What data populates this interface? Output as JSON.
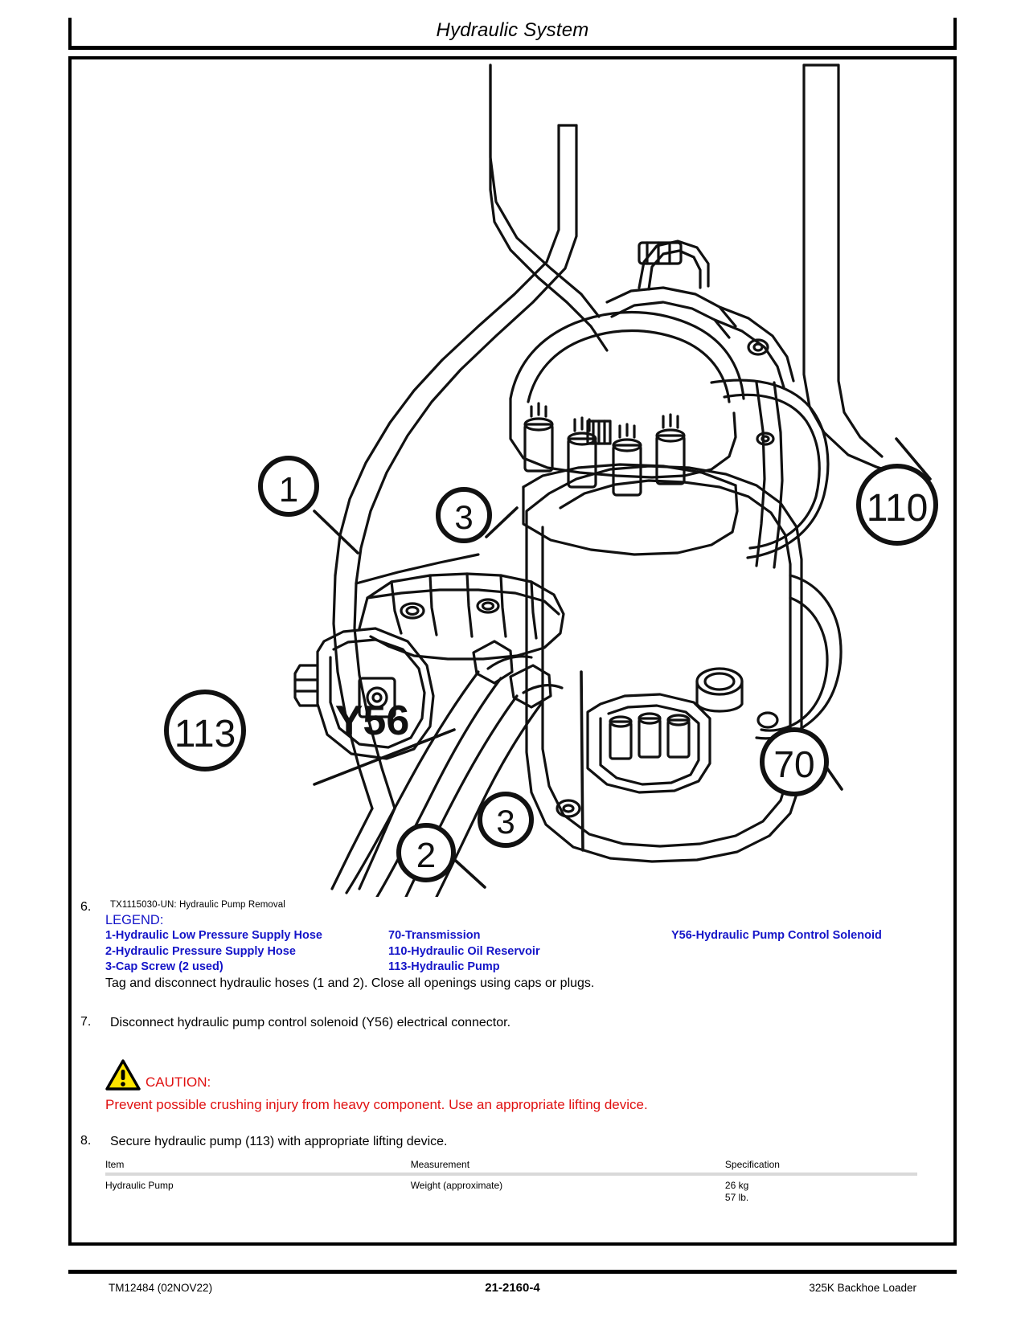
{
  "header": {
    "title": "Hydraulic System"
  },
  "figure": {
    "alt_name": "hydraulic-pump-removal-diagram",
    "callouts": [
      {
        "id": "callout-1",
        "label": "1"
      },
      {
        "id": "callout-3a",
        "label": "3"
      },
      {
        "id": "callout-110",
        "label": "110"
      },
      {
        "id": "callout-113",
        "label": "113"
      },
      {
        "id": "callout-y56",
        "label": "Y56"
      },
      {
        "id": "callout-3b",
        "label": "3"
      },
      {
        "id": "callout-2",
        "label": "2"
      },
      {
        "id": "callout-70",
        "label": "70"
      }
    ]
  },
  "steps": {
    "six": {
      "number": "6.",
      "caption": "TX1115030-UN: Hydraulic Pump Removal",
      "legend_title": "LEGEND:",
      "legend": [
        "1-Hydraulic Low Pressure Supply Hose",
        "70-Transmission",
        "Y56-Hydraulic Pump Control Solenoid",
        "2-Hydraulic Pressure Supply Hose",
        "110-Hydraulic Oil Reservoir",
        "",
        "3-Cap Screw (2 used)",
        "113-Hydraulic Pump",
        ""
      ],
      "text": "Tag and disconnect hydraulic hoses (1 and 2). Close all openings using caps or plugs."
    },
    "seven": {
      "number": "7.",
      "text": "Disconnect hydraulic pump control solenoid (Y56) electrical connector."
    },
    "eight": {
      "number": "8.",
      "text": "Secure hydraulic pump (113) with appropriate lifting device."
    }
  },
  "caution": {
    "icon": "warning-triangle-icon",
    "label": "CAUTION:",
    "text": "Prevent possible crushing injury from heavy component. Use an appropriate lifting device.",
    "color": "#e01010",
    "triangle_fill": "#ffe500"
  },
  "spec_table": {
    "columns": [
      "Item",
      "Measurement",
      "Specification"
    ],
    "rows": [
      {
        "item": "Hydraulic Pump",
        "measurement": "Weight (approximate)",
        "spec_metric": "26 kg",
        "spec_imperial": "57 lb."
      }
    ]
  },
  "footer": {
    "left": "TM12484 (02NOV22)",
    "center": "21-2160-4",
    "right": "325K Backhoe Loader"
  },
  "colors": {
    "legend_blue": "#1414c8",
    "caution_red": "#e01010",
    "rule_gray": "#d9d9d9"
  }
}
